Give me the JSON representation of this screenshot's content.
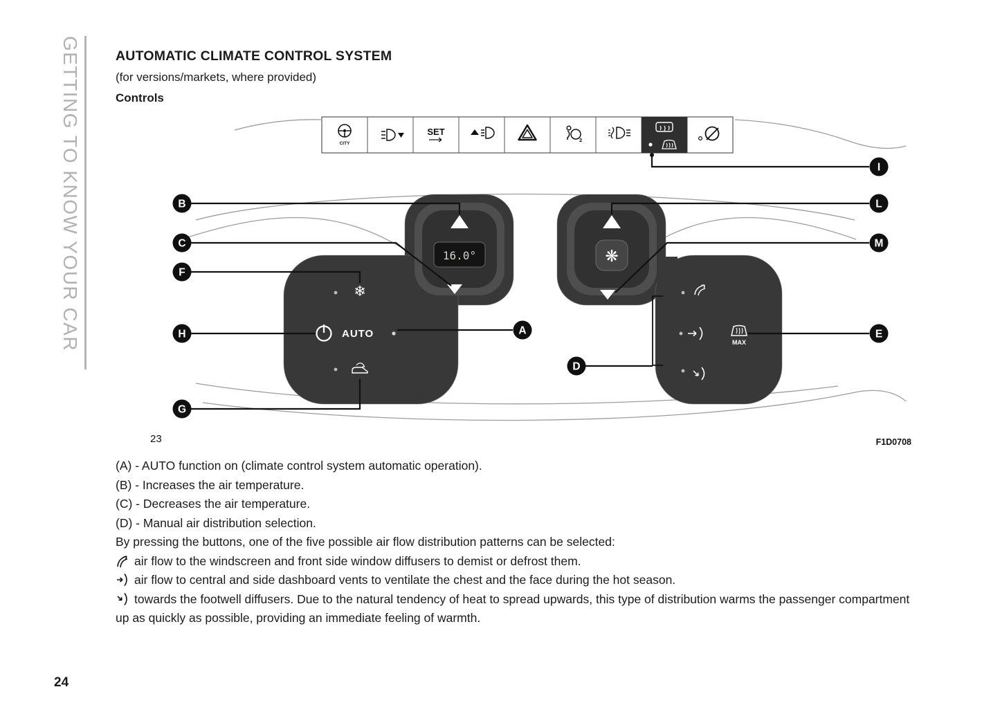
{
  "sidebar": {
    "chapter": "GETTING TO KNOW YOUR CAR"
  },
  "page": {
    "number": "24"
  },
  "header": {
    "title": "AUTOMATIC CLIMATE CONTROL SYSTEM",
    "subtitle": "(for versions/markets, where provided)",
    "section": "Controls"
  },
  "figure": {
    "number": "23",
    "code": "F1D0708",
    "strip": {
      "city_label": "CITY",
      "set_label": "SET",
      "airbag_sub": "2"
    },
    "left_pod": {
      "display_value": "16.0°",
      "auto_label": "AUTO",
      "snowflake_glyph": "❄"
    },
    "right_pod": {
      "fan_glyph": "❋",
      "max_label": "MAX"
    },
    "callouts": {
      "A": "A",
      "B": "B",
      "C": "C",
      "D": "D",
      "E": "E",
      "F": "F",
      "G": "G",
      "H": "H",
      "I": "I",
      "L": "L",
      "M": "M"
    }
  },
  "body": {
    "line_a": "(A) - AUTO function on (climate control system automatic operation).",
    "line_b": "(B) - Increases the air temperature.",
    "line_c": "(C) - Decreases the air temperature.",
    "line_d": "(D) - Manual air distribution selection.",
    "intro": "By pressing the buttons, one of the five possible air flow distribution patterns can be selected:",
    "item_windscreen": "air flow to the windscreen and front side window diffusers to demist or defrost them.",
    "item_vents": "air flow to central and side dashboard vents to ventilate the chest and the face during the hot season.",
    "item_footwell": "towards the footwell diffusers. Due to the natural tendency of heat to spread upwards, this type of distribution warms the passenger compartment up as quickly as possible, providing an immediate feeling of warmth."
  }
}
